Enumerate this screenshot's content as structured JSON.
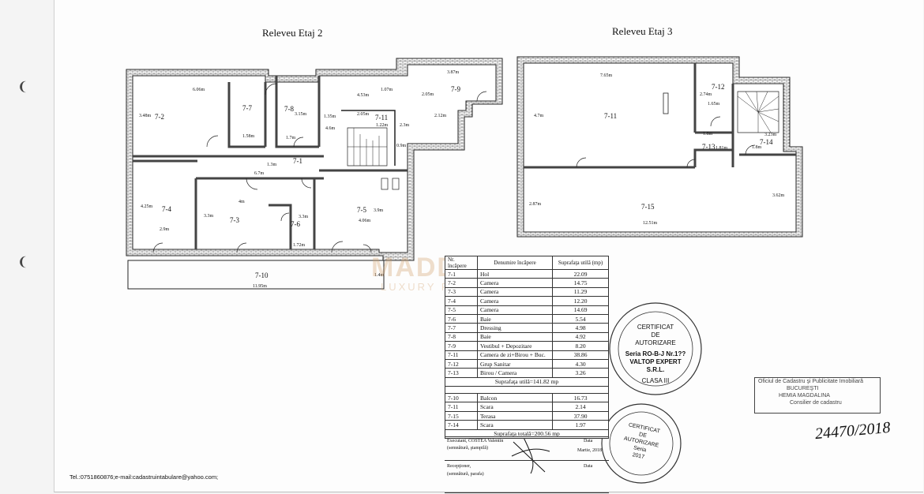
{
  "titles": {
    "floor2": "Releveu Etaj 2",
    "floor3": "Releveu Etaj 3"
  },
  "rooms_floor2": {
    "r72": "7-2",
    "r77": "7-7",
    "r78": "7-8",
    "r711": "7-11",
    "r79": "7-9",
    "r71": "7-1",
    "r74": "7-4",
    "r73": "7-3",
    "r76": "7-6",
    "r75": "7-5",
    "r710": "7-10"
  },
  "dims_floor2": {
    "d1": "6.06m",
    "d2": "3.48m",
    "d3": "1.58m",
    "d4": "3.15m",
    "d5": "1.7m",
    "d6": "4.53m",
    "d7": "1.35m",
    "d8": "4.6m",
    "d9": "2.05m",
    "d10": "1.22m",
    "d11": "2.3m",
    "d12": "1.07m",
    "d13": "2.05m",
    "d14": "3.87m",
    "d15": "2.12m",
    "d16": "0.9m",
    "d17": "1.3m",
    "d18": "6.7m",
    "d19": "4.25m",
    "d20": "2.9m",
    "d21": "4m",
    "d22": "3.3m",
    "d23": "3.3m",
    "d24": "1.72m",
    "d25": "3.9m",
    "d26": "4.06m",
    "d27": "1.4m",
    "d28": "11.95m"
  },
  "rooms_floor3": {
    "r711": "7-11",
    "r712": "7-12",
    "r713": "7-13",
    "r714": "7-14",
    "r715": "7-15"
  },
  "dims_floor3": {
    "d1": "7.65m",
    "d2": "4.7m",
    "d3": "2.74m",
    "d4": "1.65m",
    "d5": "1.8m",
    "d6": "1.81m",
    "d7": "3.23m",
    "d8": "1.8m",
    "d9": "2.87m",
    "d10": "3.62m",
    "d11": "12.51m"
  },
  "table": {
    "headers": [
      "Nr. încăpere",
      "Denumire încăpere",
      "Suprafaţa utilă (mp)"
    ],
    "rows": [
      [
        "7-1",
        "Hol",
        "22.09"
      ],
      [
        "7-2",
        "Camera",
        "14.75"
      ],
      [
        "7-3",
        "Camera",
        "11.29"
      ],
      [
        "7-4",
        "Camera",
        "12.20"
      ],
      [
        "7-5",
        "Camera",
        "14.69"
      ],
      [
        "7-6",
        "Baie",
        "5.54"
      ],
      [
        "7-7",
        "Dressing",
        "4.98"
      ],
      [
        "7-8",
        "Baie",
        "4.92"
      ],
      [
        "7-9",
        "Vestibul + Depozitare",
        "8.20"
      ],
      [
        "7-11",
        "Camera de zi+Birou + Buc.",
        "38.86"
      ],
      [
        "7-12",
        "Grup Sanitar",
        "4.30"
      ],
      [
        "7-13",
        "Birou / Camera",
        "3.26"
      ]
    ],
    "subtotal": "Suprafaţa utilă=141.82 mp",
    "rows2": [
      [
        "7-10",
        "Balcon",
        "16.73"
      ],
      [
        "7-11",
        "Scara",
        "2.14"
      ],
      [
        "7-15",
        "Terasa",
        "37.90"
      ],
      [
        "7-14",
        "Scara",
        "1.97"
      ]
    ],
    "total": "Suprafaţa totală=200.56 mp"
  },
  "signature": {
    "executant": "Executant, COSTEA Valentin",
    "executant_note": "(semnătură, ştampilă)",
    "date_label": "Data",
    "date_value": "Martie, 2018",
    "receptioner": "Recepţioner,",
    "receptioner_note": "(semnătură, parafa)",
    "date_label2": "Data"
  },
  "stamp1": {
    "line1": "CERTIFICAT",
    "line2": "DE",
    "line3": "AUTORIZARE",
    "line4": "Seria RO-B-J Nr.1??",
    "line5": "VALTOP EXPERT",
    "line6": "S.R.L.",
    "line7": "CLASA III"
  },
  "stamp2": {
    "line1": "CERTIFICAT",
    "line2": "DE",
    "line3": "AUTORIZARE",
    "line4": "Seria",
    "line5": "2017"
  },
  "office": {
    "line1": "Oficiul de Cadastru şi Publicitate Imobiliară",
    "line2": "BUCUREŞTI",
    "line3": "HEMIA MAGDALINA",
    "line4": "Consilier de cadastru"
  },
  "handwritten": "24470/2018",
  "footer": "Tel.:0751860876;e-mail:cadastruintabulare@yahoo.com;",
  "watermark": {
    "brand": "MADDAX",
    "sub": "LUXURY PROPERTIES"
  },
  "colors": {
    "ink": "#111111",
    "watermark": "#d2a06e"
  }
}
